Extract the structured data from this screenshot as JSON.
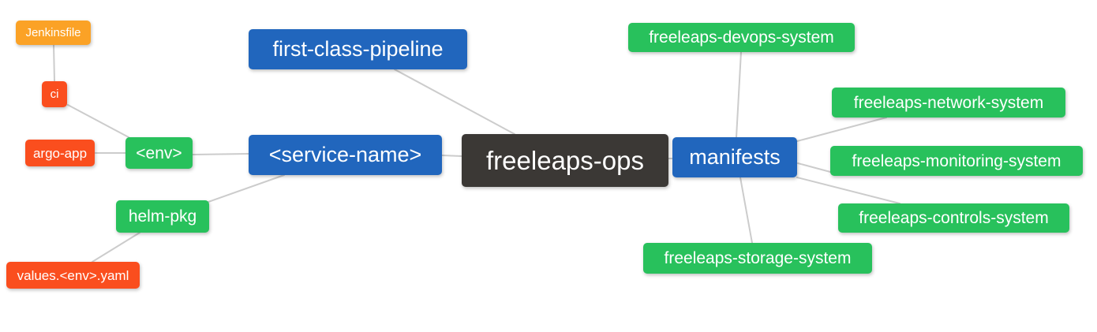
{
  "diagram": {
    "type": "mindmap",
    "background": "#FFFFFF",
    "edge_color": "#CCCCCC",
    "palette": {
      "blue": "#2166BD",
      "green": "#28C15C",
      "red": "#FA4E1E",
      "orange": "#FBA226",
      "dark": "#3B3835"
    },
    "root": "freeleaps-ops",
    "nodes": [
      {
        "id": "jenkinsfile",
        "label": "Jenkinsfile",
        "color": "orange"
      },
      {
        "id": "ci",
        "label": "ci",
        "color": "red"
      },
      {
        "id": "argo-app",
        "label": "argo-app",
        "color": "red"
      },
      {
        "id": "env",
        "label": "<env>",
        "color": "green"
      },
      {
        "id": "helm-pkg",
        "label": "helm-pkg",
        "color": "green"
      },
      {
        "id": "values-env-yaml",
        "label": "values.<env>.yaml",
        "color": "red"
      },
      {
        "id": "first-class-pipeline",
        "label": "first-class-pipeline",
        "color": "blue"
      },
      {
        "id": "service-name",
        "label": "<service-name>",
        "color": "blue"
      },
      {
        "id": "freeleaps-ops",
        "label": "freeleaps-ops",
        "color": "dark"
      },
      {
        "id": "manifests",
        "label": "manifests",
        "color": "blue"
      },
      {
        "id": "freeleaps-devops-system",
        "label": "freeleaps-devops-system",
        "color": "green"
      },
      {
        "id": "freeleaps-network-system",
        "label": "freeleaps-network-system",
        "color": "green"
      },
      {
        "id": "freeleaps-monitoring-system",
        "label": "freeleaps-monitoring-system",
        "color": "green"
      },
      {
        "id": "freeleaps-controls-system",
        "label": "freeleaps-controls-system",
        "color": "green"
      },
      {
        "id": "freeleaps-storage-system",
        "label": "freeleaps-storage-system",
        "color": "green"
      }
    ],
    "edges": [
      {
        "from": "jenkinsfile",
        "to": "ci"
      },
      {
        "from": "ci",
        "to": "env"
      },
      {
        "from": "argo-app",
        "to": "env"
      },
      {
        "from": "env",
        "to": "service-name"
      },
      {
        "from": "service-name",
        "to": "helm-pkg"
      },
      {
        "from": "helm-pkg",
        "to": "values-env-yaml"
      },
      {
        "from": "first-class-pipeline",
        "to": "freeleaps-ops"
      },
      {
        "from": "service-name",
        "to": "freeleaps-ops"
      },
      {
        "from": "freeleaps-ops",
        "to": "manifests"
      },
      {
        "from": "manifests",
        "to": "freeleaps-devops-system"
      },
      {
        "from": "manifests",
        "to": "freeleaps-network-system"
      },
      {
        "from": "manifests",
        "to": "freeleaps-monitoring-system"
      },
      {
        "from": "manifests",
        "to": "freeleaps-controls-system"
      },
      {
        "from": "manifests",
        "to": "freeleaps-storage-system"
      }
    ]
  }
}
